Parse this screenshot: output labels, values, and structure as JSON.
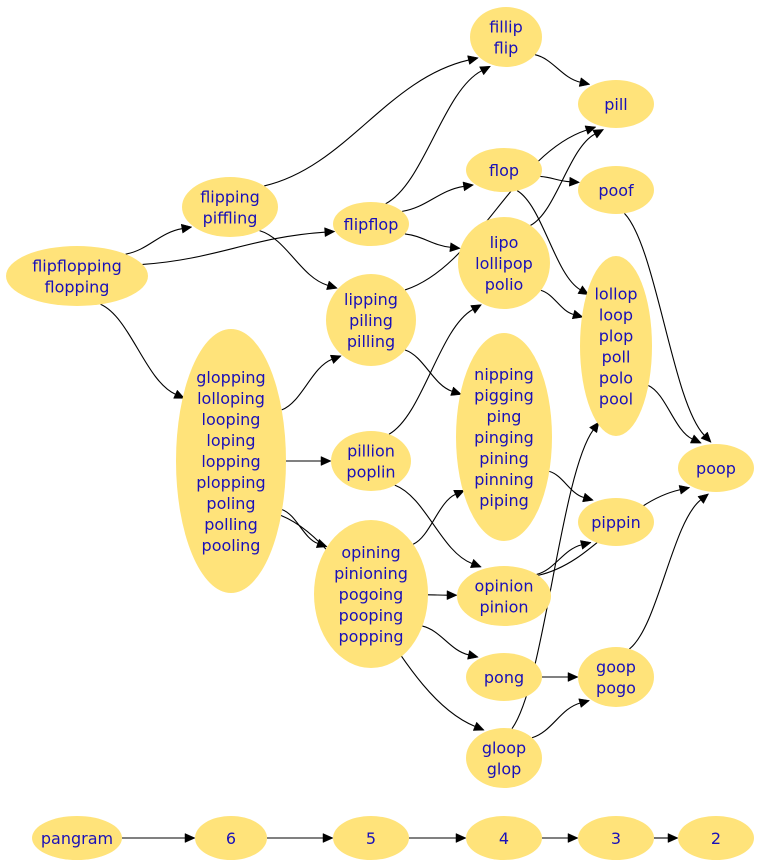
{
  "colors": {
    "node_fill": "#ffe37a",
    "label": "#1a10b8",
    "edge": "#000000",
    "background": "#ffffff"
  },
  "nodes": [
    {
      "id": "n_fillip",
      "lines": [
        "fillip",
        "flip"
      ]
    },
    {
      "id": "n_pill",
      "lines": [
        "pill"
      ]
    },
    {
      "id": "n_flop",
      "lines": [
        "flop"
      ]
    },
    {
      "id": "n_poof",
      "lines": [
        "poof"
      ]
    },
    {
      "id": "n_flipping",
      "lines": [
        "flipping",
        "piffling"
      ]
    },
    {
      "id": "n_flipflop",
      "lines": [
        "flipflop"
      ]
    },
    {
      "id": "n_lipo",
      "lines": [
        "lipo",
        "lollipop",
        "polio"
      ]
    },
    {
      "id": "n_flipflopping",
      "lines": [
        "flipflopping",
        "flopping"
      ]
    },
    {
      "id": "n_lipping",
      "lines": [
        "lipping",
        "piling",
        "pilling"
      ]
    },
    {
      "id": "n_lollop",
      "lines": [
        "lollop",
        "loop",
        "plop",
        "poll",
        "polo",
        "pool"
      ]
    },
    {
      "id": "n_glopping",
      "lines": [
        "glopping",
        "lolloping",
        "looping",
        "loping",
        "lopping",
        "plopping",
        "poling",
        "polling",
        "pooling"
      ]
    },
    {
      "id": "n_nipping",
      "lines": [
        "nipping",
        "pigging",
        "ping",
        "pinging",
        "pining",
        "pinning",
        "piping"
      ]
    },
    {
      "id": "n_pillion",
      "lines": [
        "pillion",
        "poplin"
      ]
    },
    {
      "id": "n_poop",
      "lines": [
        "poop"
      ]
    },
    {
      "id": "n_pippin",
      "lines": [
        "pippin"
      ]
    },
    {
      "id": "n_opining",
      "lines": [
        "opining",
        "pinioning",
        "pogoing",
        "pooping",
        "popping"
      ]
    },
    {
      "id": "n_opinion",
      "lines": [
        "opinion",
        "pinion"
      ]
    },
    {
      "id": "n_pong",
      "lines": [
        "pong"
      ]
    },
    {
      "id": "n_goop",
      "lines": [
        "goop",
        "pogo"
      ]
    },
    {
      "id": "n_gloop",
      "lines": [
        "gloop",
        "glop"
      ]
    },
    {
      "id": "n_pangram",
      "lines": [
        "pangram"
      ]
    },
    {
      "id": "n_6",
      "lines": [
        "6"
      ]
    },
    {
      "id": "n_5",
      "lines": [
        "5"
      ]
    },
    {
      "id": "n_4",
      "lines": [
        "4"
      ]
    },
    {
      "id": "n_3",
      "lines": [
        "3"
      ]
    },
    {
      "id": "n_2",
      "lines": [
        "2"
      ]
    }
  ],
  "edges": [
    [
      "n_flipflopping",
      "n_flipping"
    ],
    [
      "n_flipflopping",
      "n_flipflop"
    ],
    [
      "n_flipflopping",
      "n_glopping"
    ],
    [
      "n_flipping",
      "n_fillip"
    ],
    [
      "n_flipping",
      "n_lipping"
    ],
    [
      "n_flipflop",
      "n_fillip"
    ],
    [
      "n_flipflop",
      "n_flop"
    ],
    [
      "n_flipflop",
      "n_lipo"
    ],
    [
      "n_fillip",
      "n_pill"
    ],
    [
      "n_lipping",
      "n_pill"
    ],
    [
      "n_lipping",
      "n_nipping"
    ],
    [
      "n_flop",
      "n_poof"
    ],
    [
      "n_flop",
      "n_lollop"
    ],
    [
      "n_lipo",
      "n_pill"
    ],
    [
      "n_lipo",
      "n_lollop"
    ],
    [
      "n_poof",
      "n_poop"
    ],
    [
      "n_lollop",
      "n_poop"
    ],
    [
      "n_glopping",
      "n_lipping"
    ],
    [
      "n_glopping",
      "n_pillion"
    ],
    [
      "n_glopping",
      "n_opining"
    ],
    [
      "n_glopping",
      "n_gloop"
    ],
    [
      "n_pillion",
      "n_lipo"
    ],
    [
      "n_pillion",
      "n_opinion"
    ],
    [
      "n_nipping",
      "n_pippin"
    ],
    [
      "n_opining",
      "n_nipping"
    ],
    [
      "n_opining",
      "n_opinion"
    ],
    [
      "n_opining",
      "n_pong"
    ],
    [
      "n_opinion",
      "n_pippin"
    ],
    [
      "n_opinion",
      "n_poop"
    ],
    [
      "n_pong",
      "n_goop"
    ],
    [
      "n_goop",
      "n_poop"
    ],
    [
      "n_gloop",
      "n_goop"
    ],
    [
      "n_gloop",
      "n_lollop"
    ],
    [
      "n_pangram",
      "n_6"
    ],
    [
      "n_6",
      "n_5"
    ],
    [
      "n_5",
      "n_4"
    ],
    [
      "n_4",
      "n_3"
    ],
    [
      "n_3",
      "n_2"
    ]
  ]
}
